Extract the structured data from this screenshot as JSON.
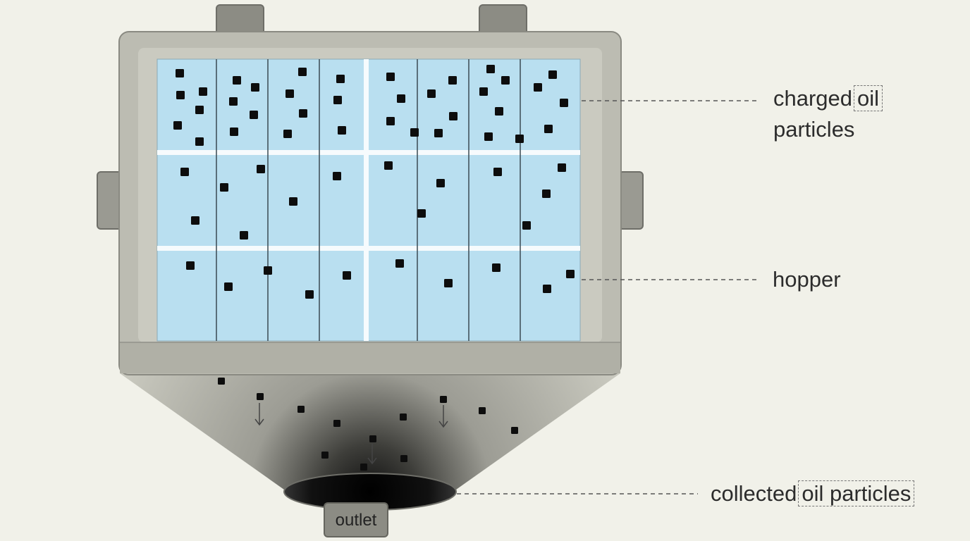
{
  "labels": {
    "charged_a": "charged",
    "charged_b": "oil",
    "charged_c": "particles",
    "hopper": "hopper",
    "collected_a": "collected",
    "collected_b": "oil particles",
    "outlet": "outlet"
  },
  "colors": {
    "background": "#f1f1e9",
    "housing": "#babab0",
    "housing_edge": "#8a8a82",
    "panel": "#b9dff0",
    "particle": "#0d0d0d",
    "hopper_top": "#c6c6bc",
    "hopper_dark": "#1a1a1a",
    "tab": "#8c8c84"
  },
  "icons": [
    "particle-icon",
    "down-arrow-icon"
  ]
}
